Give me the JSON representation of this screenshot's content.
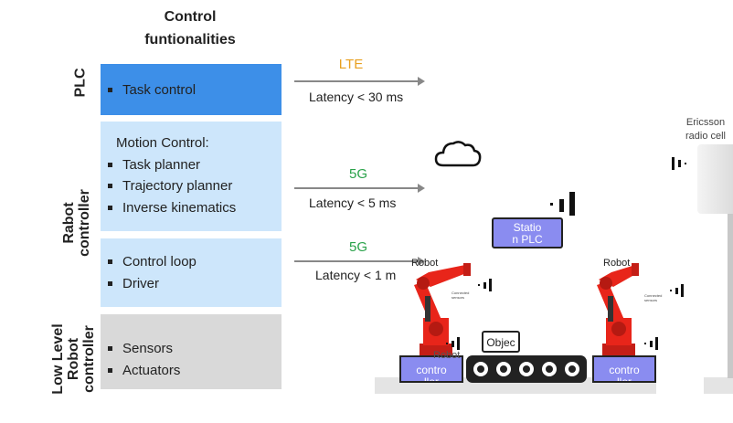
{
  "header": {
    "line1": "Control",
    "line2": "funtionalities"
  },
  "rows": {
    "plc": "PLC",
    "robot": {
      "line1": "Rabot",
      "line2": "controller"
    },
    "low": {
      "line1": "Low Level",
      "line2": "Robot",
      "line3": "controller"
    }
  },
  "boxes": {
    "plc": {
      "items": [
        "Task control"
      ]
    },
    "motion": {
      "title": "Motion Control:",
      "items": [
        "Task planner",
        "Trajectory planner",
        "Inverse kinematics"
      ]
    },
    "loop": {
      "items": [
        "Control loop",
        "Driver"
      ]
    },
    "sensors": {
      "items": [
        "Sensors",
        "Actuators"
      ]
    }
  },
  "links": {
    "lte": {
      "label": "LTE",
      "latency": "Latency < 30 ms"
    },
    "g5a": {
      "label": "5G",
      "latency": "Latency < 5 ms"
    },
    "g5b": {
      "label": "5G",
      "latency": "Latency < 1 m"
    }
  },
  "scene": {
    "station_plc": {
      "line1": "Statio",
      "line2": "n PLC"
    },
    "robot_left": "Robot",
    "robot_right": "Robot",
    "connected_sensors": {
      "line1": "Connected",
      "line2": "sensors"
    },
    "object": "Objec",
    "controller_left": {
      "line1": "contro",
      "line2": "ller",
      "overlay": "Robot"
    },
    "controller_right": {
      "line1": "contro",
      "line2": "ller"
    },
    "ericsson": {
      "line1": "Ericsson",
      "line2": "radio cell"
    }
  },
  "colors": {
    "plc_box": "#3d8fe8",
    "robot_box": "#cde6fb",
    "low_box": "#d9d9d9",
    "lte": "#e8a020",
    "g5": "#2aa24a",
    "robot_red": "#e8251a",
    "controller": "#8a8cf0"
  }
}
